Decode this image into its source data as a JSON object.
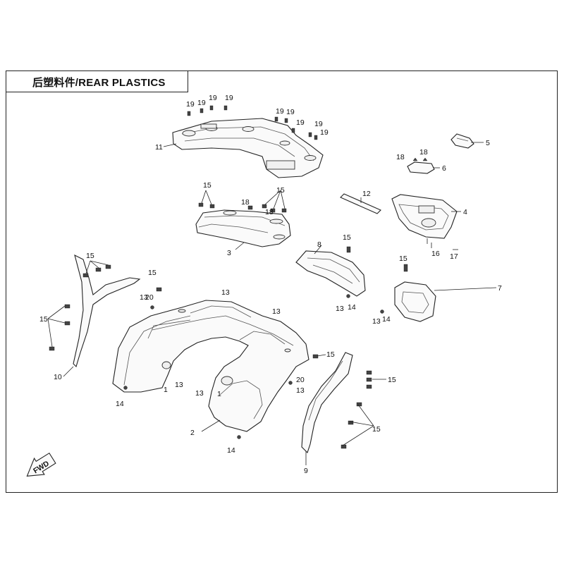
{
  "header": {
    "title": "后塑料件/REAR PLASTICS"
  },
  "fwd_label": "FWD",
  "callouts": {
    "c1a": "1",
    "c1b": "1",
    "c2": "2",
    "c3": "3",
    "c4": "4",
    "c5": "5",
    "c6": "6",
    "c7": "7",
    "c8": "8",
    "c9": "9",
    "c10": "10",
    "c11": "11",
    "c12": "12",
    "c13a": "13",
    "c13b": "13",
    "c13c": "13",
    "c13d": "13",
    "c13e": "13",
    "c13f": "13",
    "c13g": "13",
    "c13h": "13",
    "c14a": "14",
    "c14b": "14",
    "c14c": "14",
    "c14d": "14",
    "c15a": "15",
    "c15b": "15",
    "c15c": "15",
    "c15d": "15",
    "c15e": "15",
    "c15f": "15",
    "c15g": "15",
    "c15h": "15",
    "c15i": "15",
    "c15j": "15",
    "c15k": "15",
    "c16": "16",
    "c17": "17",
    "c18a": "18",
    "c18b": "18",
    "c18c": "18",
    "c18d": "18",
    "c19a": "19",
    "c19b": "19",
    "c19c": "19",
    "c19d": "19",
    "c19e": "19",
    "c19f": "19",
    "c19g": "19",
    "c19h": "19",
    "c19i": "19",
    "c20a": "20",
    "c20b": "20"
  }
}
